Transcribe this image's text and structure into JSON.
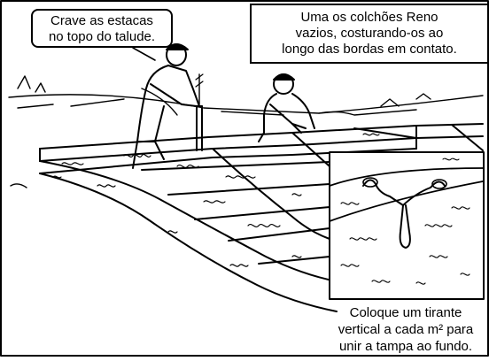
{
  "callouts": {
    "top_left": {
      "lines": [
        "Crave as estacas",
        "no topo do talude."
      ]
    },
    "top_right": {
      "lines": [
        "Uma os colchões Reno",
        "vazios, costurando-os ao",
        "longo das bordas em contato."
      ]
    },
    "bottom_right": {
      "lines": [
        "Coloque um tirante",
        "vertical a cada m² para",
        "unir a tampa ao fundo."
      ]
    }
  },
  "colors": {
    "ink": "#000000",
    "paper": "#ffffff"
  },
  "icons": [
    "worker-figure",
    "stake",
    "mattress-grid",
    "wire-tie-detail"
  ]
}
